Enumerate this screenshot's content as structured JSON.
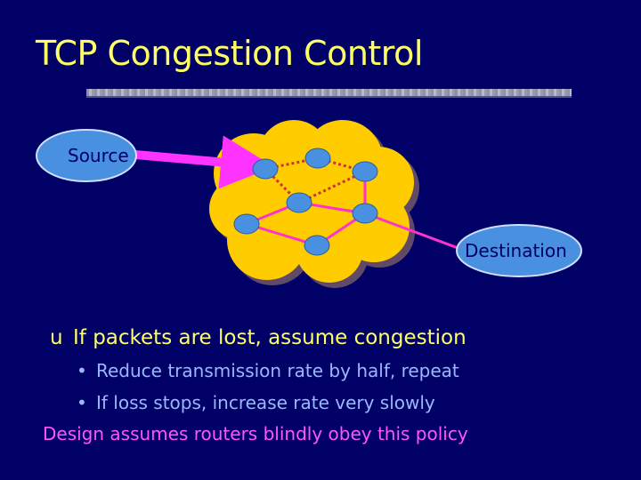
{
  "slide": {
    "title": "TCP Congestion Control",
    "bullet_main": "If packets are lost, assume congestion",
    "bullet_main_glyph": "u",
    "sub_bullets": [
      "Reduce transmission rate by half, repeat",
      "If loss stops, increase rate very slowly"
    ],
    "sub_glyph": "•",
    "footer": "Design assumes routers blindly obey this policy"
  },
  "diagram": {
    "source_label": "Source",
    "destination_label": "Destination"
  },
  "colors": {
    "background": "#000066",
    "title": "#ffff66",
    "cloud": "#ffcc00",
    "router": "#4a90e0",
    "link": "#ff33cc",
    "sub_text": "#9ab8ff",
    "footer": "#ff55ff"
  }
}
